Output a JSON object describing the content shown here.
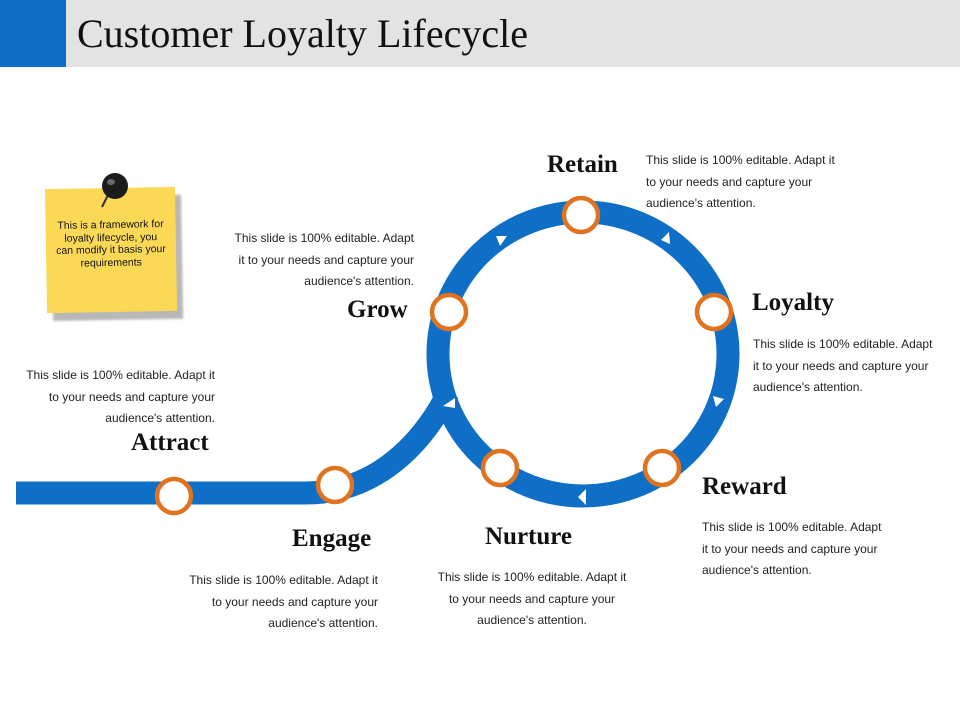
{
  "title": "Customer Loyalty Lifecycle",
  "colors": {
    "accent": "#0f6fc6",
    "path": "#0f6fc6",
    "node_border": "#e0731f",
    "note": "#fbd957",
    "header": "#e3e3e3"
  },
  "note": {
    "text": "This is a framework for loyalty lifecycle, you can modify it basis your requirements",
    "icon": "pushpin-icon"
  },
  "stages": [
    {
      "label": "Attract",
      "lines": [
        "This slide is 100% editable. Adapt it",
        "to your needs and capture your",
        "audience's attention."
      ]
    },
    {
      "label": "Engage",
      "lines": [
        "This slide is 100% editable. Adapt it",
        "to your needs and capture your",
        "audience's attention."
      ]
    },
    {
      "label": "Grow",
      "lines": [
        "This slide is 100% editable. Adapt",
        "it to your needs and capture your",
        "audience's attention."
      ]
    },
    {
      "label": "Retain",
      "lines": [
        "This slide is 100% editable. Adapt it",
        "to your needs and capture your",
        "audience's attention."
      ]
    },
    {
      "label": "Loyalty",
      "lines": [
        "This slide is 100% editable. Adapt",
        "it to your needs and capture your",
        "audience's attention."
      ]
    },
    {
      "label": "Reward",
      "lines": [
        "This slide is 100% editable. Adapt",
        "it to your needs and capture your",
        "audience's attention."
      ]
    },
    {
      "label": "Nurture",
      "lines": [
        "This slide is 100% editable. Adapt it",
        "to your needs and capture your",
        "audience's attention."
      ]
    }
  ]
}
